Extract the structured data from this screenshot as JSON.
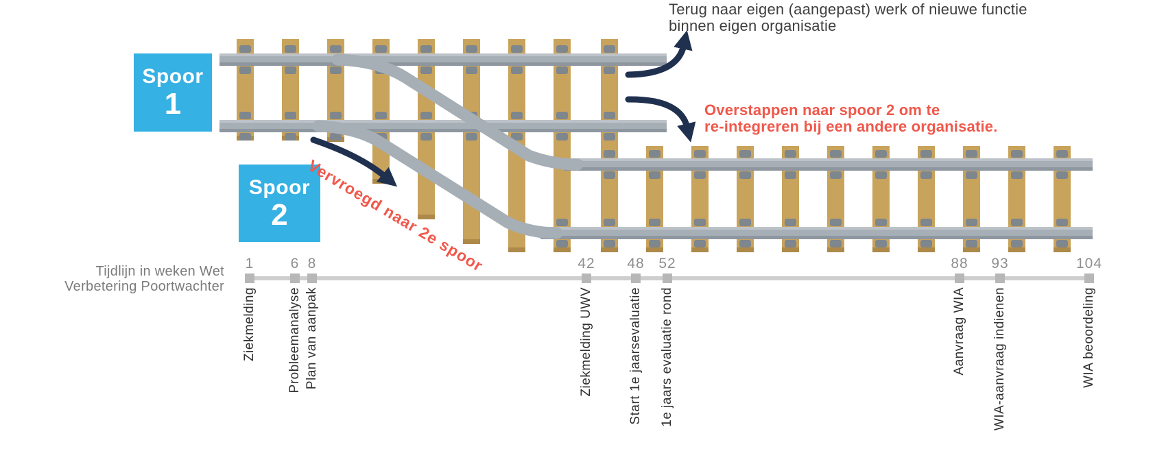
{
  "spoor1": {
    "label": "Spoor",
    "number": "1"
  },
  "spoor2": {
    "label": "Spoor",
    "number": "2"
  },
  "annotations": {
    "top_line1": "Terug naar eigen (aangepast) werk of nieuwe functie",
    "top_line2": "binnen eigen organisatie",
    "switch_line1": "Overstappen naar spoor 2 om te",
    "switch_line2": "re-integreren bij een andere organisatie.",
    "early_switch": "Vervroegd naar 2e spoor"
  },
  "timeline": {
    "title_line1": "Tijdlijn in weken Wet",
    "title_line2": "Verbetering Poortwachter",
    "ticks": [
      {
        "week": "1",
        "label": "Ziekmelding"
      },
      {
        "week": "6",
        "label": "Probleemanalyse"
      },
      {
        "week": "8",
        "label": "Plan van aanpak"
      },
      {
        "week": "42",
        "label": "Ziekmelding UWV"
      },
      {
        "week": "48",
        "label": "Start 1e jaarsevaluatie"
      },
      {
        "week": "52",
        "label": "1e jaars evaluatie rond"
      },
      {
        "week": "88",
        "label": "Aanvraag WIA"
      },
      {
        "week": "93",
        "label": "WIA-aanvraag indienen"
      },
      {
        "week": "104",
        "label": "WIA beoordeling"
      }
    ]
  },
  "colors": {
    "spoor_box_blue": "#35b1e3",
    "accent_coral": "#f0584b",
    "arrow_navy": "#20304f",
    "rail_gray": "#a6aeb6",
    "sleeper_tan": "#c8a35c",
    "axis_gray": "#cecece"
  }
}
